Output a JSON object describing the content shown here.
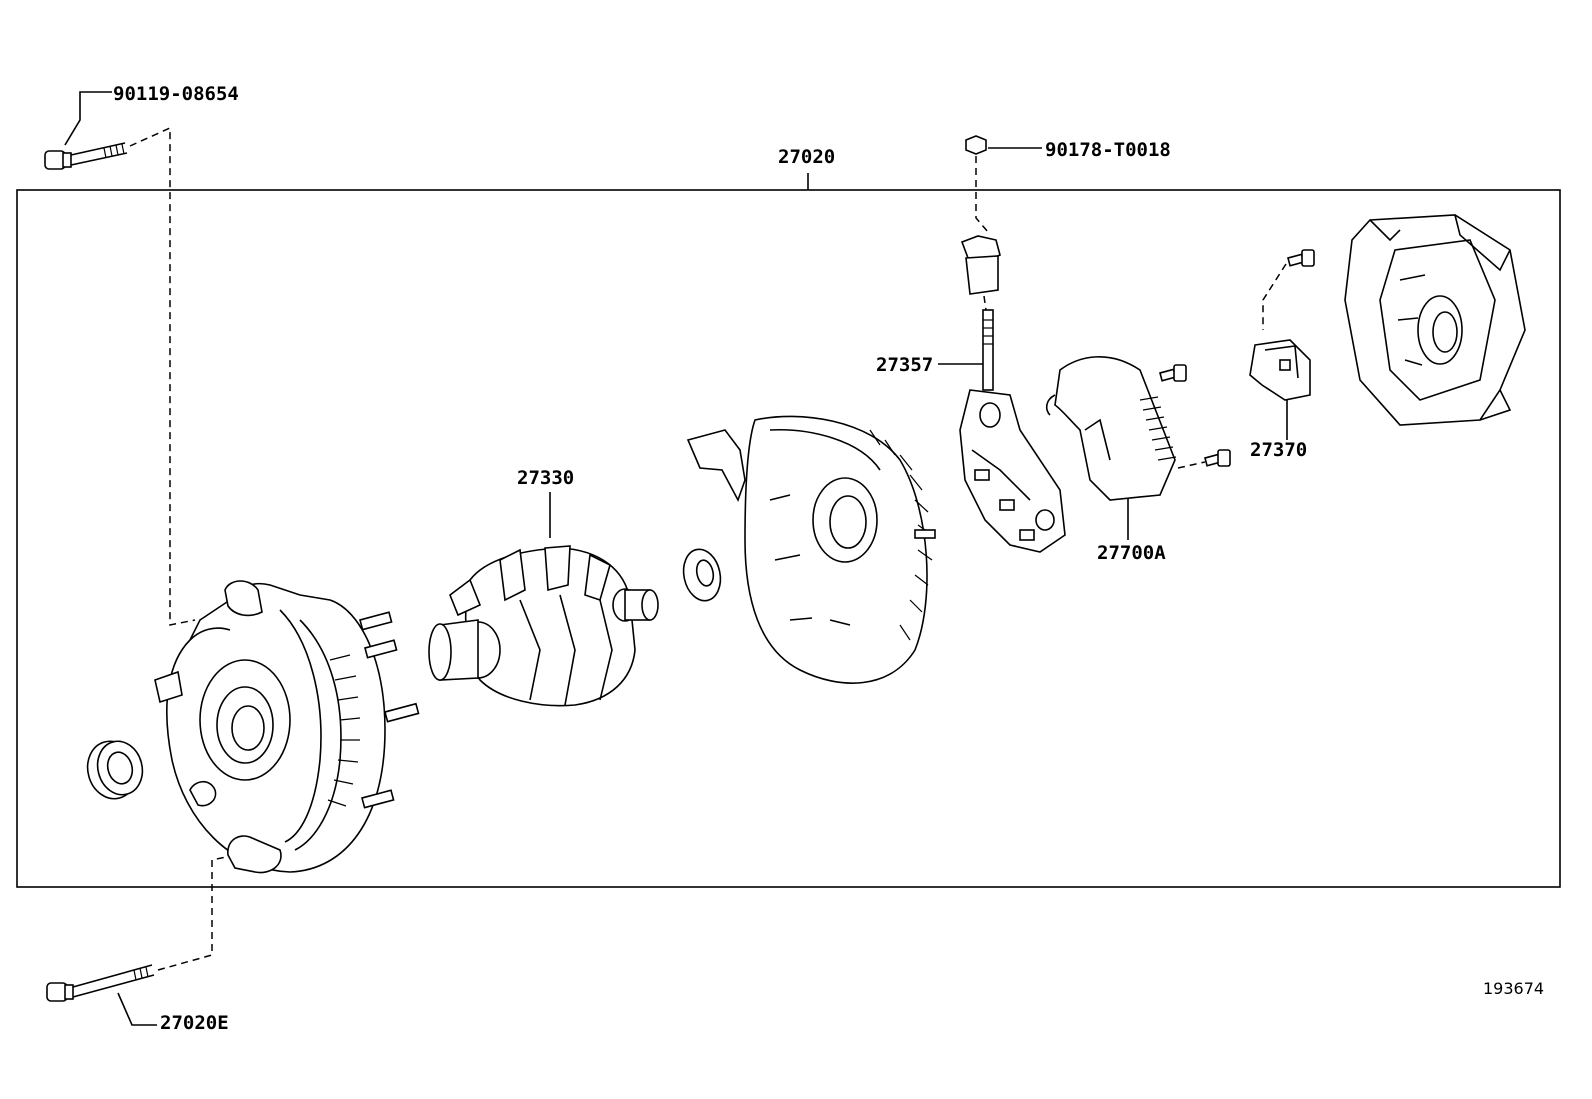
{
  "labels": {
    "bolt_top": "90119-08654",
    "assembly": "27020",
    "nut_top": "90178-T0018",
    "terminal": "27357",
    "rotor": "27330",
    "brush_holder": "27370",
    "rectifier": "27700A",
    "bolt_bottom": "27020E",
    "illustration_number": "193674"
  }
}
